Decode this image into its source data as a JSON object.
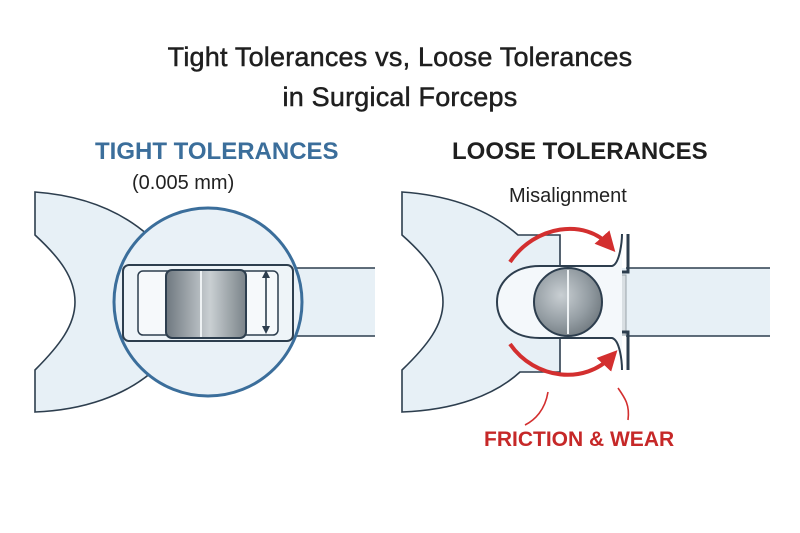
{
  "title": {
    "line1": "Tight Tolerances vs, Loose Tolerances",
    "line2": "in Surgical Forceps"
  },
  "tight": {
    "heading": "TIGHT TOLERANCES",
    "value": "(0.005 mm)"
  },
  "loose": {
    "heading": "LOOSE TOLERANCES",
    "misalignment": "Misalignment",
    "friction": "FRICTION & WEAR"
  },
  "colors": {
    "body_fill": "#e7f0f6",
    "outline": "#2d3e4e",
    "tight_accent": "#3b6e9b",
    "arrow_red": "#d32f2f",
    "pin_gray": "#8a9299"
  }
}
